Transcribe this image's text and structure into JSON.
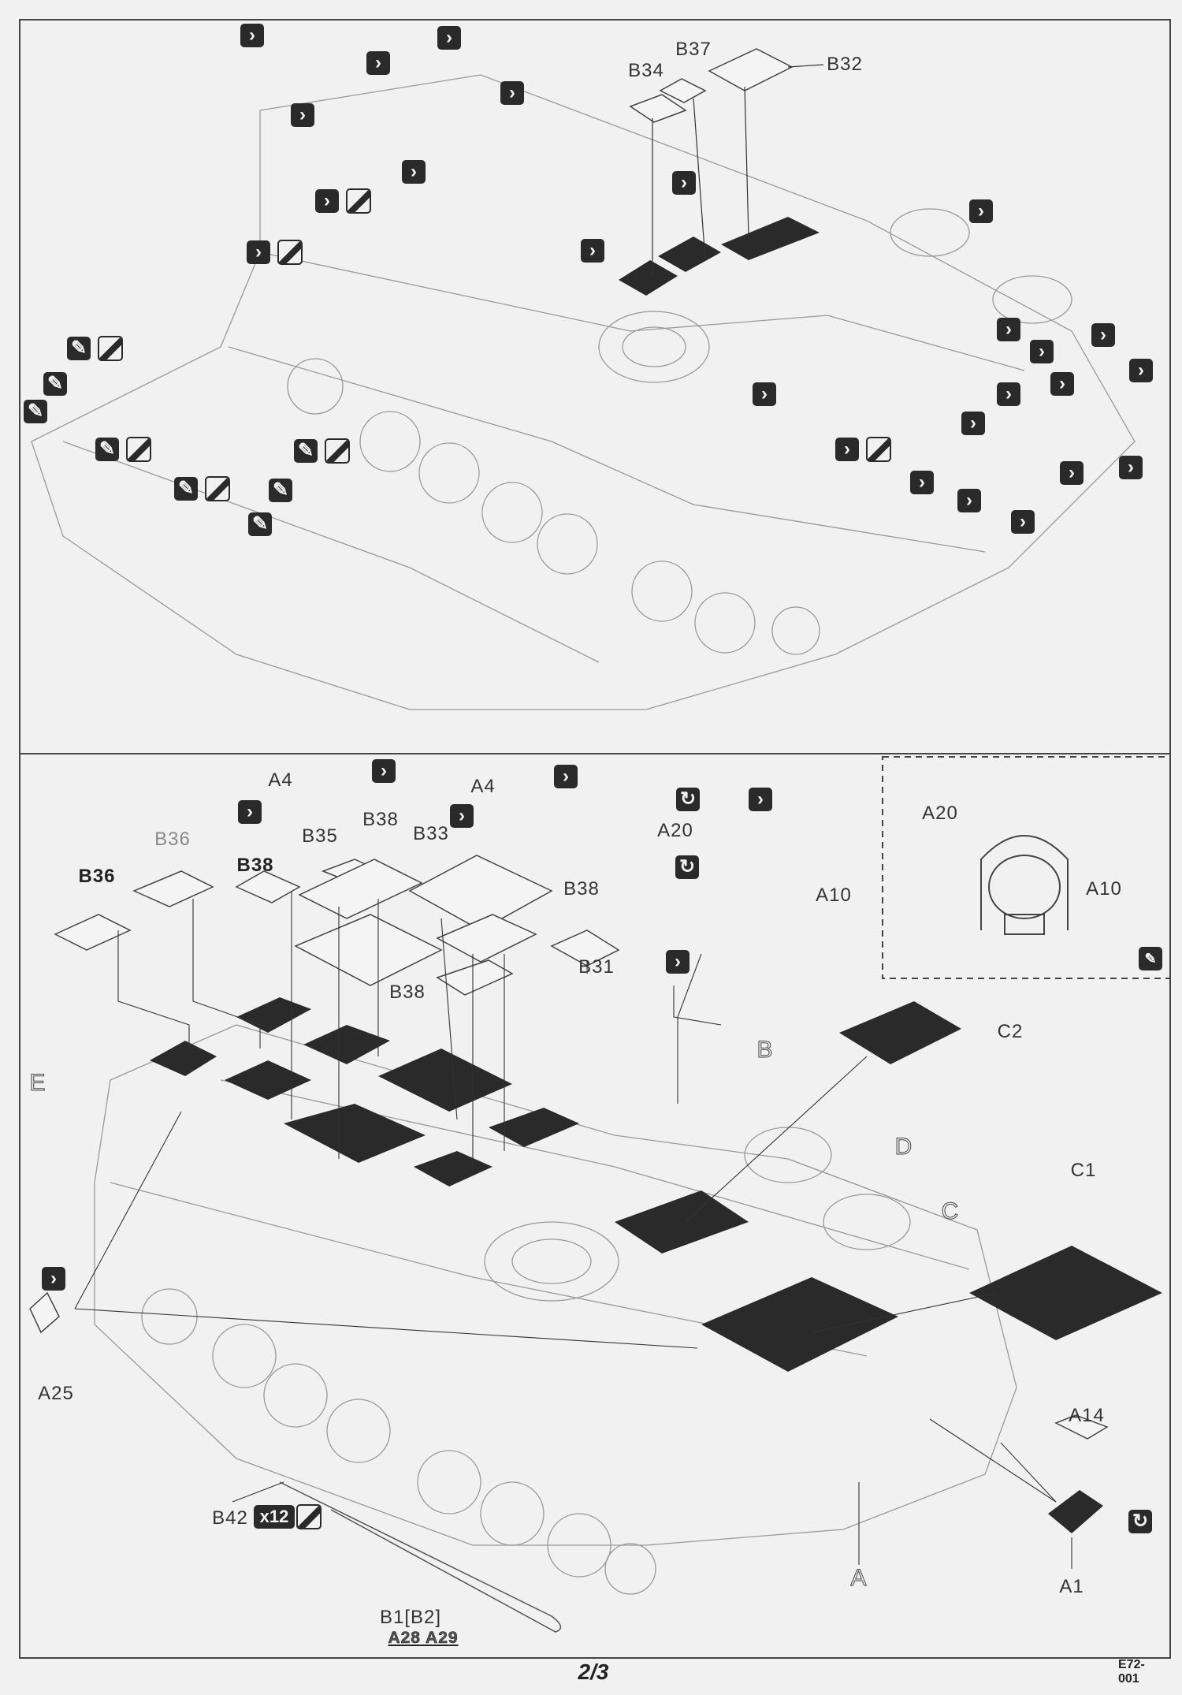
{
  "page": {
    "number": "2/3",
    "code": "E72-001"
  },
  "step_top": {
    "labels": {
      "b37": "B37",
      "b34": "B34",
      "b32": "B32"
    }
  },
  "step_bottom": {
    "labels": {
      "a4_left": "A4",
      "a4_right": "A4",
      "b36_grey": "B36",
      "b36": "B36",
      "b38_a": "B38",
      "b35": "B35",
      "b38_b": "B38",
      "b33": "B33",
      "b38_c": "B38",
      "b31": "B31",
      "b38_d": "B38",
      "a20": "A20",
      "a10": "A10",
      "b": "B",
      "c2": "C2",
      "d": "D",
      "c": "C",
      "c1": "C1",
      "e": "E",
      "a25": "A25",
      "a14": "A14",
      "a": "A",
      "a1": "A1",
      "b42": "B42",
      "b42_qty": "x12",
      "b1": "B1[B2]",
      "a28_a29": "A28 A29"
    },
    "detail": {
      "a20": "A20",
      "a10": "A10"
    }
  },
  "icons": {
    "bend": "›",
    "rotate": "↻",
    "glue": "✎"
  },
  "colors": {
    "ink": "#2a2a2a",
    "paper": "#f1f1f1"
  }
}
